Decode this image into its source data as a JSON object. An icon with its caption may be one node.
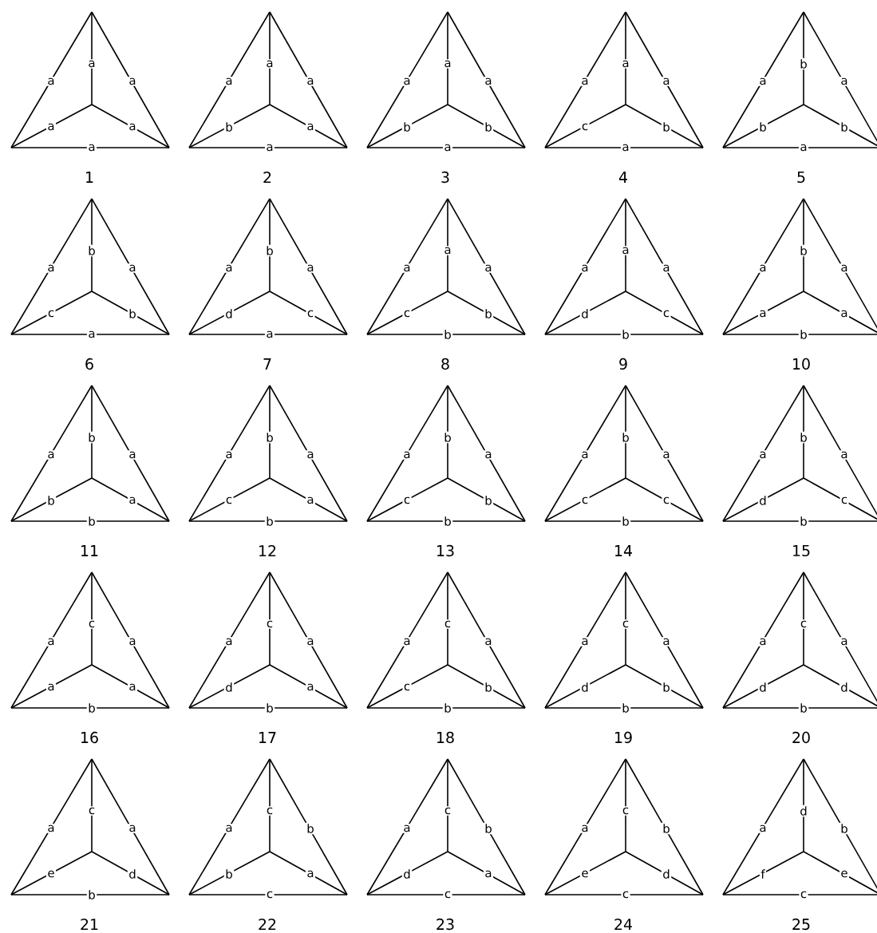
{
  "diagram": {
    "labels": [
      "a",
      "a",
      "a",
      "a",
      "a",
      "a",
      "1",
      "a",
      "a",
      "a",
      "b",
      "a",
      "a",
      "2",
      "a",
      "a",
      "a",
      "b",
      "b",
      "a",
      "3",
      "a",
      "a",
      "a",
      "c",
      "b",
      "a",
      "4",
      "b",
      "a",
      "a",
      "b",
      "b",
      "a",
      "5",
      "b",
      "a",
      "a",
      "c",
      "b",
      "a",
      "6",
      "b",
      "a",
      "a",
      "d",
      "c",
      "a",
      "7",
      "a",
      "a",
      "a",
      "c",
      "b",
      "b",
      "8",
      "a",
      "a",
      "a",
      "d",
      "c",
      "b",
      "9",
      "b",
      "a",
      "a",
      "a",
      "a",
      "b",
      "10",
      "b",
      "a",
      "a",
      "b",
      "a",
      "b",
      "11",
      "b",
      "a",
      "a",
      "c",
      "a",
      "b",
      "12",
      "b",
      "a",
      "a",
      "c",
      "b",
      "b",
      "13",
      "b",
      "a",
      "a",
      "c",
      "c",
      "b",
      "14",
      "b",
      "a",
      "a",
      "d",
      "c",
      "b",
      "15",
      "c",
      "a",
      "a",
      "a",
      "a",
      "b",
      "16",
      "c",
      "a",
      "a",
      "d",
      "a",
      "b",
      "17",
      "c",
      "a",
      "a",
      "c",
      "b",
      "b",
      "18",
      "c",
      "a",
      "a",
      "d",
      "b",
      "b",
      "19",
      "c",
      "a",
      "a",
      "d",
      "d",
      "b",
      "20",
      "c",
      "a",
      "a",
      "e",
      "d",
      "b",
      "21",
      "c",
      "a",
      "b",
      "b",
      "a",
      "c",
      "22",
      "c",
      "a",
      "b",
      "d",
      "a",
      "c",
      "23",
      "c",
      "a",
      "b",
      "e",
      "d",
      "c",
      "24",
      "d",
      "a",
      "b",
      "f",
      "e",
      "c",
      "25"
    ]
  }
}
